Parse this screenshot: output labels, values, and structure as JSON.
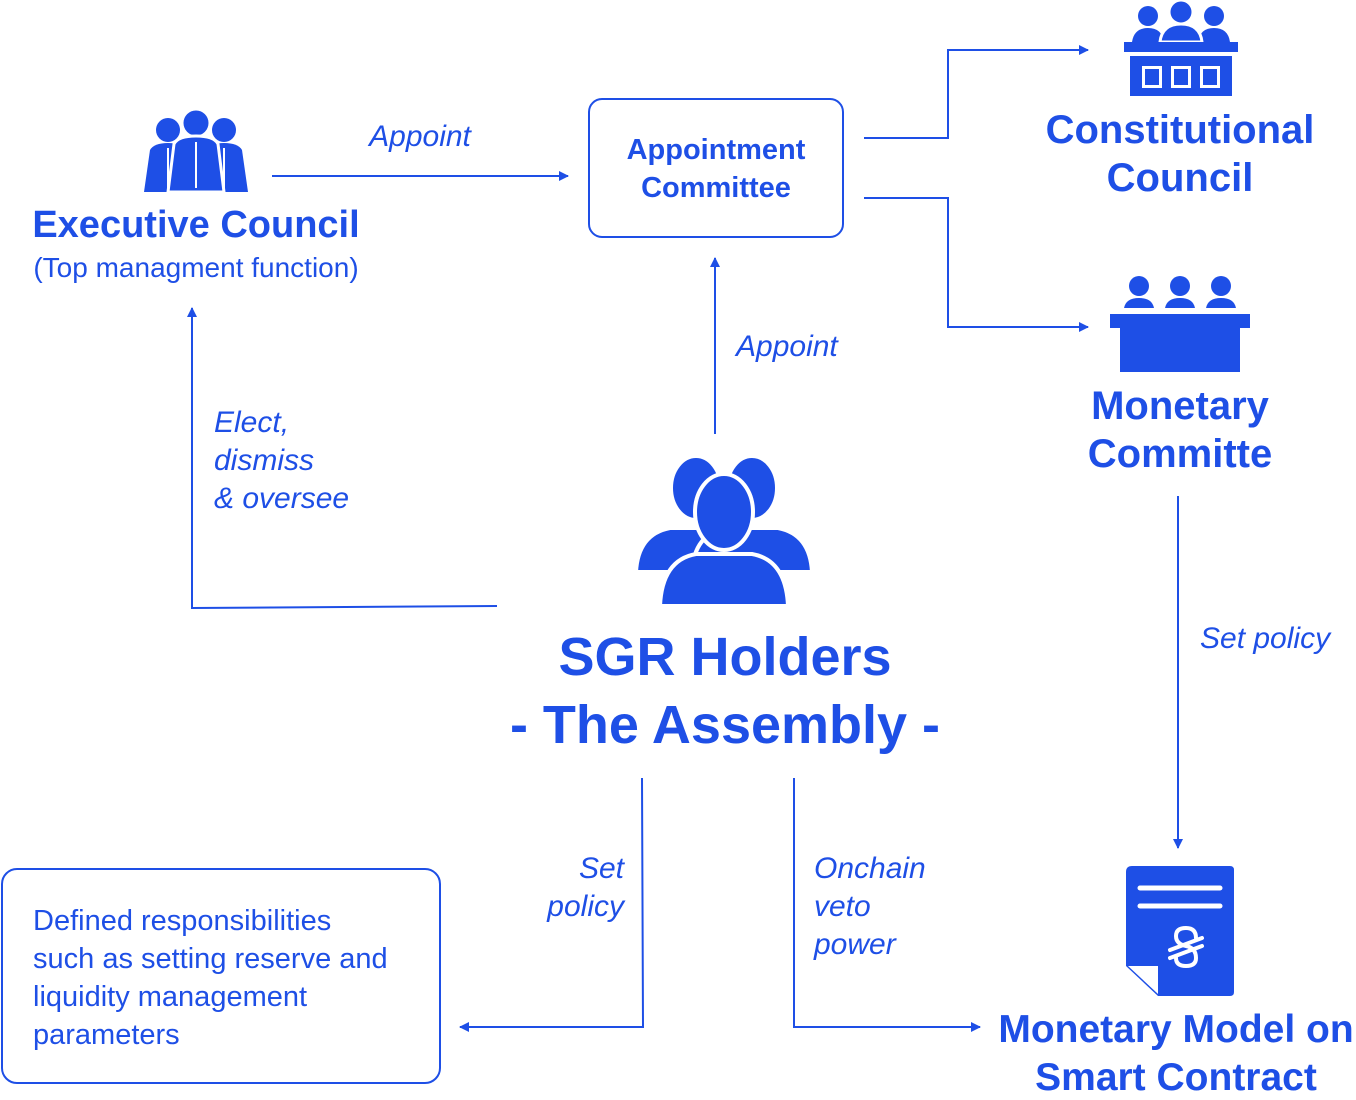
{
  "colors": {
    "primary": "#1e4fe6",
    "background": "#ffffff"
  },
  "nodes": {
    "executive": {
      "title": "Executive Council",
      "subtitle": "(Top managment function)",
      "icon": "business-team-icon"
    },
    "appointment": {
      "line1": "Appointment",
      "line2": "Committee"
    },
    "constitutional": {
      "line1": "Constitutional",
      "line2": "Council",
      "icon": "council-bench-icon"
    },
    "monetary_committee": {
      "line1": "Monetary",
      "line2": "Committe",
      "icon": "committee-table-icon"
    },
    "holders": {
      "line1": "SGR Holders",
      "line2": "- The Assembly -",
      "icon": "people-group-icon"
    },
    "responsibilities": {
      "lines": [
        "Defined responsibilities",
        "such as setting reserve and",
        "liquidity management",
        "parameters"
      ]
    },
    "monetary_model": {
      "line1": "Monetary Model on",
      "line2": "Smart Contract",
      "icon": "smart-contract-document-icon"
    }
  },
  "edges": {
    "executive_to_appointment": "Appoint",
    "holders_to_appointment": "Appoint",
    "holders_to_executive": [
      "Elect,",
      "dismiss",
      "& oversee"
    ],
    "committee_to_model": "Set policy",
    "holders_to_responsibilities": [
      "Set",
      "policy"
    ],
    "holders_to_model": [
      "Onchain",
      "veto",
      "power"
    ]
  }
}
